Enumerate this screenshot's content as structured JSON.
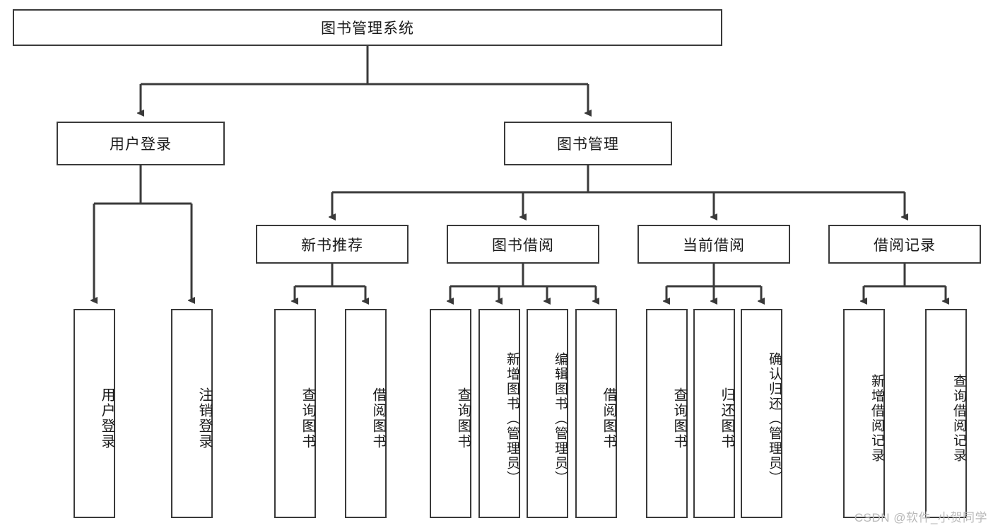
{
  "diagram": {
    "title": "图书管理系统",
    "type": "hierarchy-tree",
    "watermark": "CSDN @软件_小贺同学",
    "colors": {
      "background": "#ffffff",
      "node_border": "#3a3a3a",
      "node_fill": "#ffffff",
      "edge": "#3a3a3a",
      "text": "#1a1a1a",
      "watermark": "#b9b9b9"
    },
    "root": {
      "id": "root",
      "label": "图书管理系统"
    },
    "level2": [
      {
        "id": "user-login",
        "label": "用户登录"
      },
      {
        "id": "book-manage",
        "label": "图书管理"
      }
    ],
    "level3": [
      {
        "id": "new-book-rec",
        "label": "新书推荐"
      },
      {
        "id": "book-borrow",
        "label": "图书借阅"
      },
      {
        "id": "current-borrow",
        "label": "当前借阅"
      },
      {
        "id": "borrow-record",
        "label": "借阅记录"
      }
    ],
    "leaves": {
      "user_login": [
        {
          "id": "leaf-user-login",
          "label": "用户登录"
        },
        {
          "id": "leaf-logout-login",
          "label": "注销登录"
        }
      ],
      "new_book_rec": [
        {
          "id": "leaf-query-book-1",
          "label": "查询图书"
        },
        {
          "id": "leaf-borrow-book-1",
          "label": "借阅图书"
        }
      ],
      "book_borrow": [
        {
          "id": "leaf-query-book-2",
          "label": "查询图书"
        },
        {
          "id": "leaf-add-book",
          "label": "新增图书（管理员）"
        },
        {
          "id": "leaf-edit-book",
          "label": "编辑图书（管理员）"
        },
        {
          "id": "leaf-borrow-book-2",
          "label": "借阅图书"
        }
      ],
      "current_borrow": [
        {
          "id": "leaf-query-book-3",
          "label": "查询图书"
        },
        {
          "id": "leaf-return-book",
          "label": "归还图书"
        },
        {
          "id": "leaf-confirm-return",
          "label": "确认归还（管理员）"
        }
      ],
      "borrow_record": [
        {
          "id": "leaf-add-record",
          "label": "新增借阅记录"
        },
        {
          "id": "leaf-query-record",
          "label": "查询借阅记录"
        }
      ]
    }
  }
}
